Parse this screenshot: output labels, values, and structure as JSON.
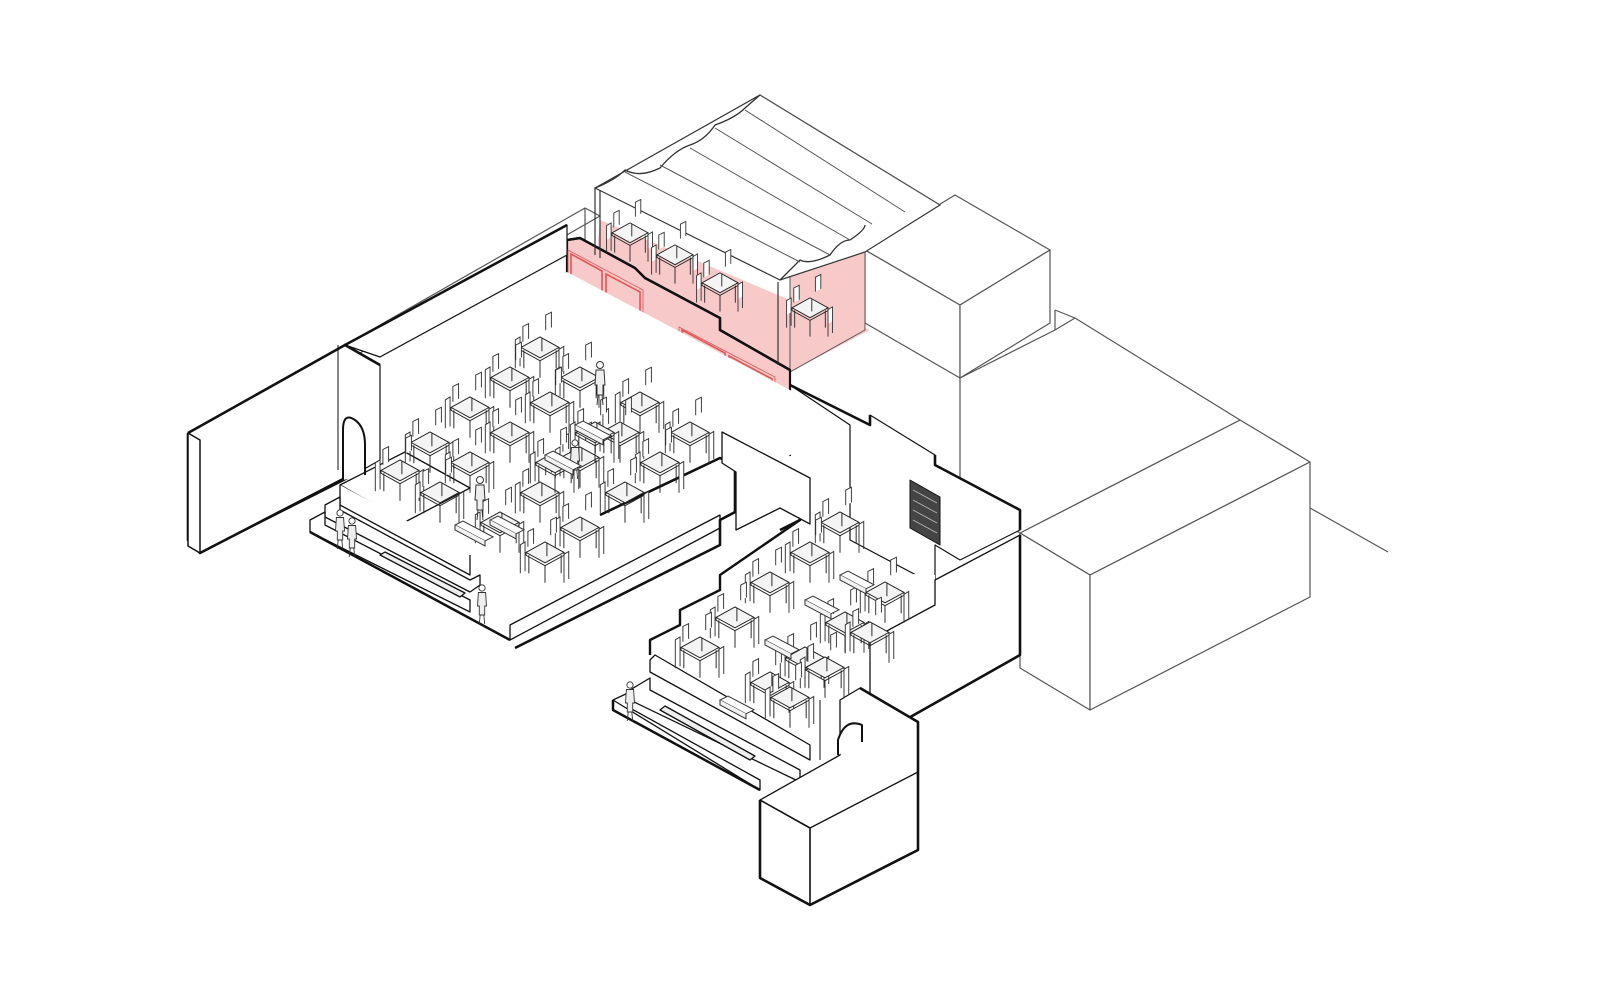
{
  "diagram": {
    "kind": "isometric-architectural-axonometric",
    "colors": {
      "background": "#ffffff",
      "line": "#111111",
      "thin_line": "#555555",
      "accent_fill": "#f7c9c9",
      "accent_stroke": "#e25656",
      "furniture_fill": "#f4f4f4"
    },
    "features": {
      "main_hall_table_sets": 22,
      "lower_hall_table_sets": 12,
      "canopy_table_sets": 4,
      "arched_openings": 2,
      "standing_figures": 7
    }
  }
}
